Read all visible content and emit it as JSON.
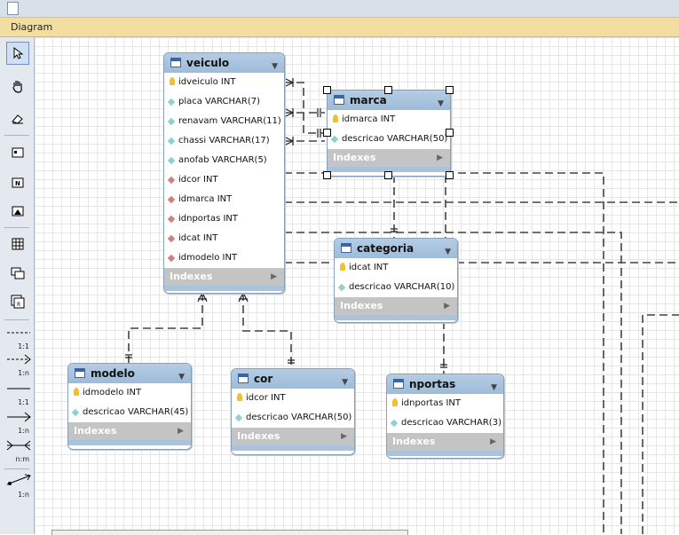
{
  "diagram_label": "Diagram",
  "tools": {
    "rel_labels": [
      "1:1",
      "1:n",
      "1:1",
      "1:n",
      "n:m",
      "1:n"
    ]
  },
  "tables": {
    "veiculo": {
      "name": "veiculo",
      "columns": [
        {
          "text": "idveiculo INT",
          "kind": "pk"
        },
        {
          "text": "placa VARCHAR(7)",
          "kind": "col"
        },
        {
          "text": "renavam VARCHAR(11)",
          "kind": "col"
        },
        {
          "text": "chassi VARCHAR(17)",
          "kind": "col"
        },
        {
          "text": "anofab VARCHAR(5)",
          "kind": "col"
        },
        {
          "text": "idcor INT",
          "kind": "fk"
        },
        {
          "text": "idmarca INT",
          "kind": "fk"
        },
        {
          "text": "idnportas INT",
          "kind": "fk"
        },
        {
          "text": "idcat INT",
          "kind": "fk"
        },
        {
          "text": "idmodelo INT",
          "kind": "fk"
        }
      ],
      "indexes": "Indexes"
    },
    "marca": {
      "name": "marca",
      "columns": [
        {
          "text": "idmarca INT",
          "kind": "pk"
        },
        {
          "text": "descricao VARCHAR(50)",
          "kind": "col"
        }
      ],
      "indexes": "Indexes"
    },
    "categoria": {
      "name": "categoria",
      "columns": [
        {
          "text": "idcat INT",
          "kind": "pk"
        },
        {
          "text": "descricao VARCHAR(10)",
          "kind": "col"
        }
      ],
      "indexes": "Indexes"
    },
    "modelo": {
      "name": "modelo",
      "columns": [
        {
          "text": "idmodelo INT",
          "kind": "pk"
        },
        {
          "text": "descricao VARCHAR(45)",
          "kind": "col"
        }
      ],
      "indexes": "Indexes"
    },
    "cor": {
      "name": "cor",
      "columns": [
        {
          "text": "idcor INT",
          "kind": "pk"
        },
        {
          "text": "descricao VARCHAR(50)",
          "kind": "col"
        }
      ],
      "indexes": "Indexes"
    },
    "nportas": {
      "name": "nportas",
      "columns": [
        {
          "text": "idnportas INT",
          "kind": "pk"
        },
        {
          "text": "descricao VARCHAR(3)",
          "kind": "col"
        }
      ],
      "indexes": "Indexes"
    }
  }
}
